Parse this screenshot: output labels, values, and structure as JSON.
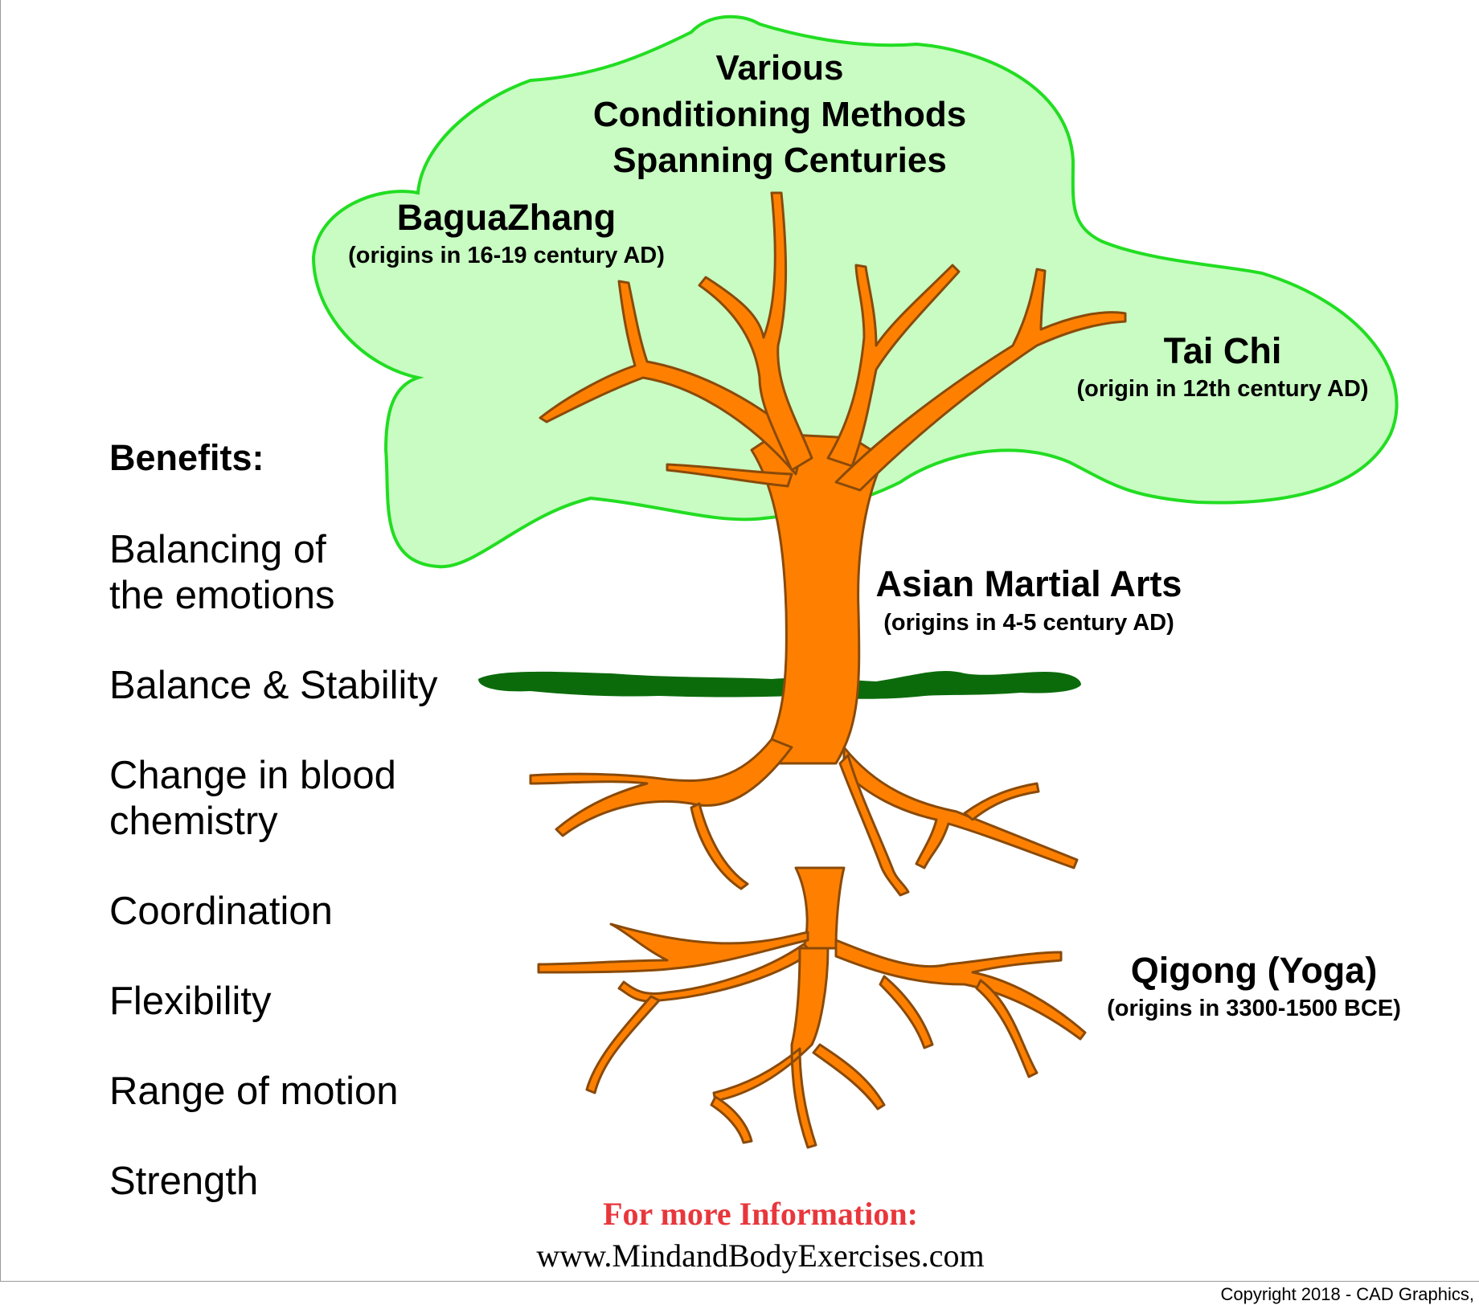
{
  "colors": {
    "canopy_fill": "#c8fcc2",
    "canopy_stroke": "#22dd22",
    "tree_fill": "#ff8000",
    "tree_stroke": "#8a4a0a",
    "ground": "#0b6b0b",
    "info_heading": "#e8373c"
  },
  "canopy": {
    "title_line1": "Various",
    "title_line2": "Conditioning Methods",
    "title_line3": "Spanning Centuries"
  },
  "labels": {
    "bagua_title": "BaguaZhang",
    "bagua_origin": "(origins in 16-19 century AD)",
    "taichi_title": "Tai Chi",
    "taichi_origin": "(origin in 12th century AD)",
    "asian_title": "Asian Martial Arts",
    "asian_origin": "(origins in 4-5 century AD)",
    "qigong_title": "Qigong (Yoga)",
    "qigong_origin": "(origins in 3300-1500 BCE)"
  },
  "benefits": {
    "heading": "Benefits:",
    "items": [
      "Balancing of",
      "the emotions",
      "Balance & Stability",
      "Change in blood",
      "chemistry",
      "Coordination",
      "Flexibility",
      "Range of motion",
      "Strength"
    ]
  },
  "info": {
    "heading": "For more Information:",
    "url": "www.MindandBodyExercises.com"
  },
  "copyright": "Copyright 2018 - CAD Graphics,"
}
